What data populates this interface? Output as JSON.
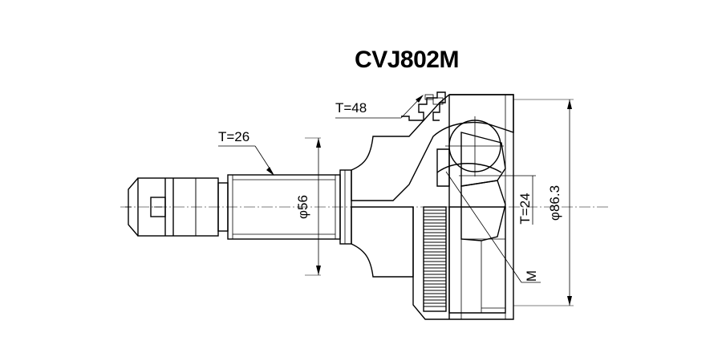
{
  "drawing": {
    "part_number": "CVJ802M",
    "labels": {
      "outer_teeth": "T=48",
      "shaft_teeth": "T=26",
      "inner_teeth": "T=24",
      "shaft_diameter": "φ56",
      "outer_diameter": "φ86.3",
      "thread": "M"
    }
  }
}
